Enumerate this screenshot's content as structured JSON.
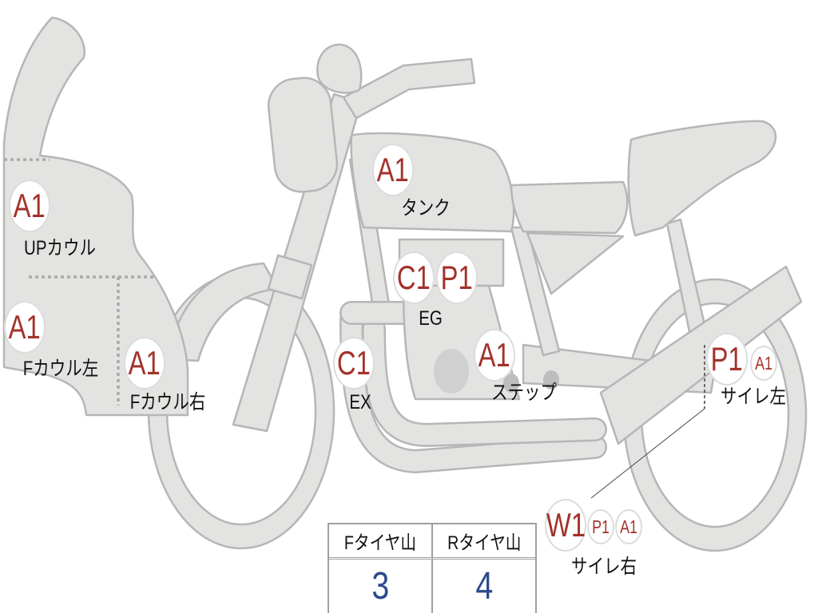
{
  "parts": [
    {
      "label": "UPカウル",
      "codes": [
        "A1"
      ]
    },
    {
      "label": "Fカウル左",
      "codes": [
        "A1"
      ]
    },
    {
      "label": "Fカウル右",
      "codes": [
        "A1"
      ]
    },
    {
      "label": "タンク",
      "codes": [
        "A1"
      ]
    },
    {
      "label": "EG",
      "codes": [
        "C1",
        "P1"
      ]
    },
    {
      "label": "EX",
      "codes": [
        "C1"
      ]
    },
    {
      "label": "ステップ",
      "codes": [
        "A1"
      ]
    },
    {
      "label": "サイレ左",
      "codes": [
        "P1",
        "A1"
      ]
    },
    {
      "label": "サイレ右",
      "codes": [
        "W1",
        "P1",
        "A1"
      ]
    }
  ],
  "tire_table": {
    "headers": [
      "Fタイヤ山",
      "Rタイヤ山"
    ],
    "values": [
      "3",
      "4"
    ]
  },
  "colors": {
    "code_text": "#a3322b",
    "value_text": "#2c4a8c",
    "body_fill": "#e3e3e1",
    "body_stroke": "#b6b6b6"
  }
}
